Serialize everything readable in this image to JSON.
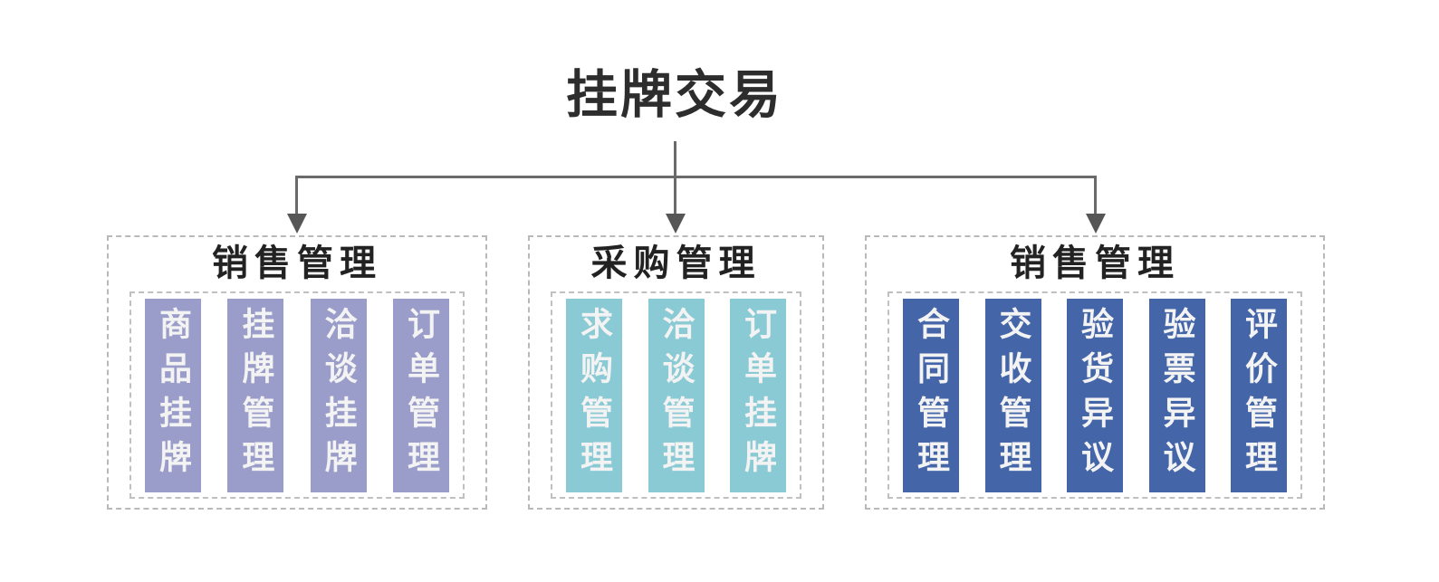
{
  "title": "挂牌交易",
  "groups": [
    {
      "title": "销售管理",
      "color": "#9a9cc9",
      "items": [
        "商品挂牌",
        "挂牌管理",
        "洽谈挂牌",
        "订单管理"
      ]
    },
    {
      "title": "采购管理",
      "color": "#8acad5",
      "items": [
        "求购管理",
        "洽谈管理",
        "订单挂牌"
      ]
    },
    {
      "title": "销售管理",
      "color": "#4465a8",
      "items": [
        "合同管理",
        "交收管理",
        "验货异议",
        "验票异议",
        "评价管理"
      ]
    }
  ],
  "colors": {
    "left_column": "#9a9cc9",
    "middle_column": "#8acad5",
    "right_column": "#4465a8",
    "connector_line": "#6a6a6a",
    "arrowhead": "#565656",
    "box_border": "#b9b9b9",
    "title_text": "#2d2d2d",
    "column_text": "#f3f3f3"
  }
}
